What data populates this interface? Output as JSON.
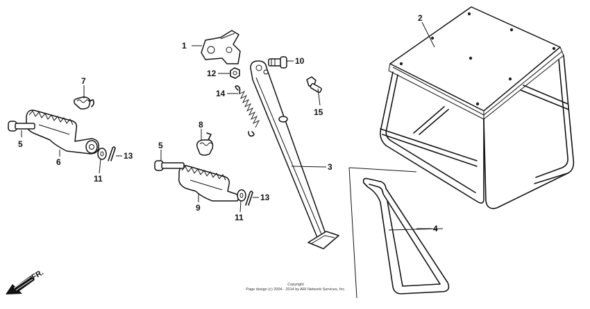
{
  "callouts": {
    "c1": "1",
    "c2": "2",
    "c3": "3",
    "c4": "4",
    "c5a": "5",
    "c5b": "5",
    "c6": "6",
    "c7": "7",
    "c8": "8",
    "c9": "9",
    "c10": "10",
    "c11a": "11",
    "c11b": "11",
    "c12": "12",
    "c13a": "13",
    "c13b": "13",
    "c14": "14",
    "c15": "15"
  },
  "direction_label": "FR.",
  "copyright": {
    "line1": "Copyright",
    "line2": "Page design (c) 2004 - 2014 by ARI Network Services, Inc."
  },
  "colors": {
    "ink": "#111111",
    "background": "#ffffff"
  }
}
